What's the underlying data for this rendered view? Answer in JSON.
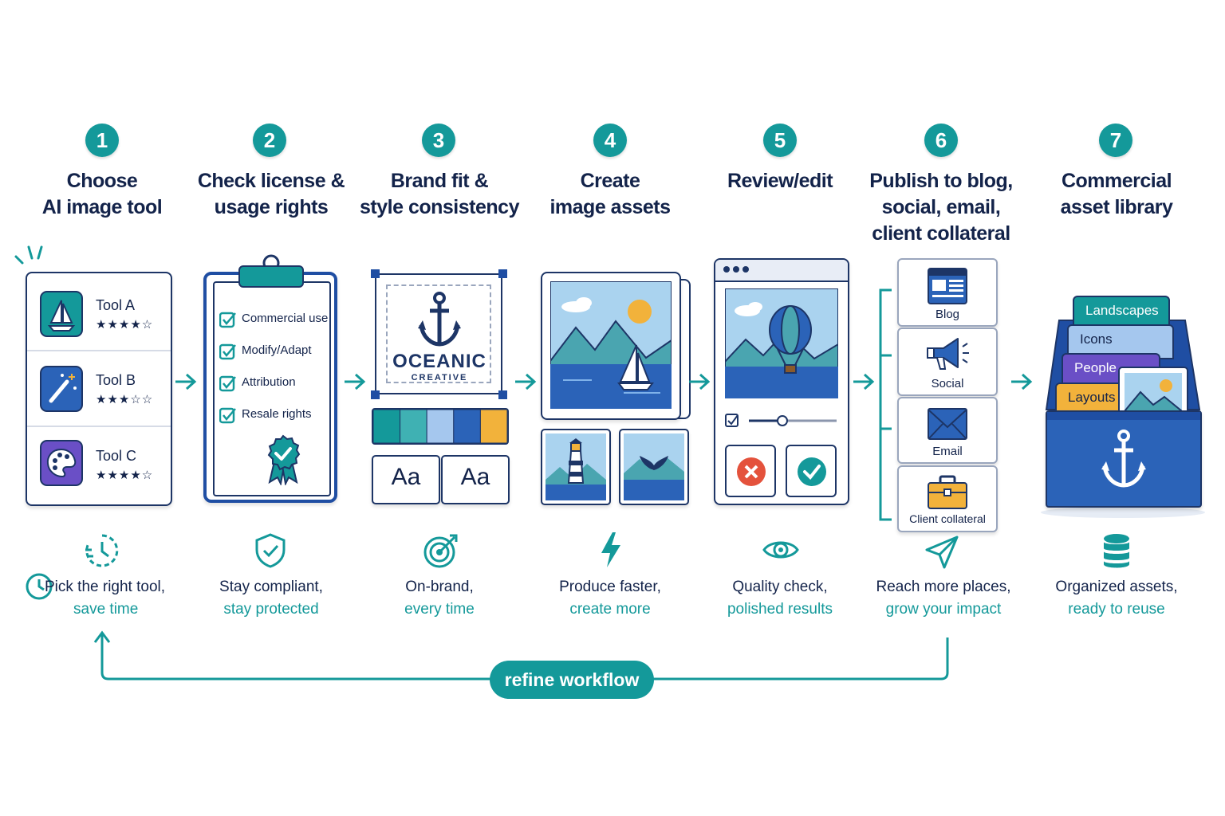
{
  "steps": [
    {
      "number": "1",
      "title_line1": "Choose",
      "title_line2": "AI image tool",
      "benefit_line1": "Pick the right tool,",
      "benefit_line2": "save time"
    },
    {
      "number": "2",
      "title_line1": "Check license &",
      "title_line2": "usage rights",
      "benefit_line1": "Stay compliant,",
      "benefit_line2": "stay protected"
    },
    {
      "number": "3",
      "title_line1": "Brand fit &",
      "title_line2": "style consistency",
      "benefit_line1": "On-brand,",
      "benefit_line2": "every time"
    },
    {
      "number": "4",
      "title_line1": "Create",
      "title_line2": "image assets",
      "benefit_line1": "Produce faster,",
      "benefit_line2": "create more"
    },
    {
      "number": "5",
      "title_line1": "Review/edit",
      "title_line2": "",
      "benefit_line1": "Quality check,",
      "benefit_line2": "polished results"
    },
    {
      "number": "6",
      "title_line1": "Publish to blog,",
      "title_line2": "social, email,",
      "title_line3": "client collateral",
      "benefit_line1": "Reach more places,",
      "benefit_line2": "grow your impact"
    },
    {
      "number": "7",
      "title_line1": "Commercial",
      "title_line2": "asset library",
      "benefit_line1": "Organized assets,",
      "benefit_line2": "ready to reuse"
    }
  ],
  "tools": [
    {
      "name": "Tool A",
      "stars": "★★★★☆"
    },
    {
      "name": "Tool B",
      "stars": "★★★☆☆"
    },
    {
      "name": "Tool C",
      "stars": "★★★★☆"
    }
  ],
  "license_items": [
    "Commercial use",
    "Modify/Adapt",
    "Attribution",
    "Resale rights"
  ],
  "brand": {
    "name": "OCEANIC",
    "sub": "CREATIVE",
    "font_sample": "Aa"
  },
  "palette": [
    "#14999a",
    "#3fb1b3",
    "#a5c7ee",
    "#2b63b8",
    "#f2b23b"
  ],
  "channels": [
    "Blog",
    "Social",
    "Email",
    "Client collateral"
  ],
  "library_tabs": [
    "Landscapes",
    "Icons",
    "People",
    "Layouts"
  ],
  "loop_label": "refine workflow",
  "colors": {
    "teal": "#14999a",
    "navy": "#1d3566",
    "blue": "#2b63b8",
    "amber": "#f2b23b"
  }
}
